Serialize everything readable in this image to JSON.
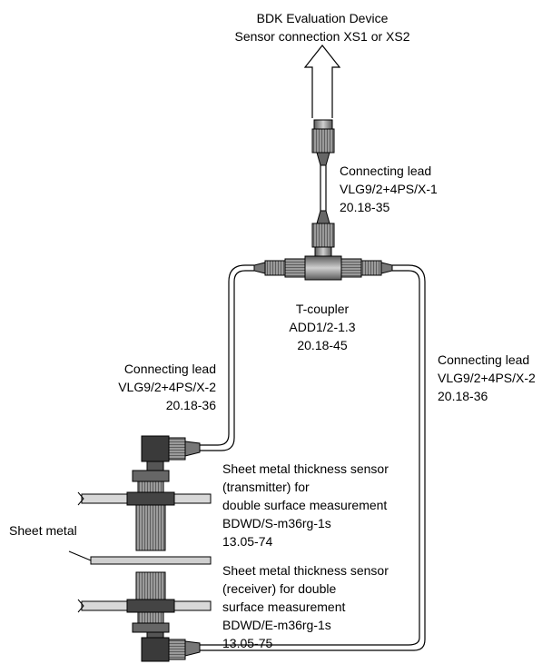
{
  "device": {
    "line1": "BDK Evaluation Device",
    "line2": "Sensor connection XS1 or XS2"
  },
  "lead_top": {
    "line1": "Connecting lead",
    "line2": "VLG9/2+4PS/X-1",
    "line3": "20.18-35"
  },
  "t_coupler": {
    "line1": "T-coupler",
    "line2": "ADD1/2-1.3",
    "line3": "20.18-45"
  },
  "lead_left": {
    "line1": "Connecting lead",
    "line2": "VLG9/2+4PS/X-2",
    "line3": "20.18-36"
  },
  "lead_right": {
    "line1": "Connecting lead",
    "line2": "VLG9/2+4PS/X-2",
    "line3": "20.18-36"
  },
  "transmitter": {
    "line1": "Sheet metal thickness sensor",
    "line2": "(transmitter) for",
    "line3": "double surface measurement",
    "line4": "BDWD/S-m36rg-1s",
    "line5": "13.05-74"
  },
  "sheet": {
    "label": "Sheet metal"
  },
  "receiver": {
    "line1": "Sheet metal thickness sensor",
    "line2": "(receiver) for double",
    "line3": "surface measurement",
    "line4": "BDWD/E-m36rg-1s",
    "line5": "13.05-75"
  }
}
